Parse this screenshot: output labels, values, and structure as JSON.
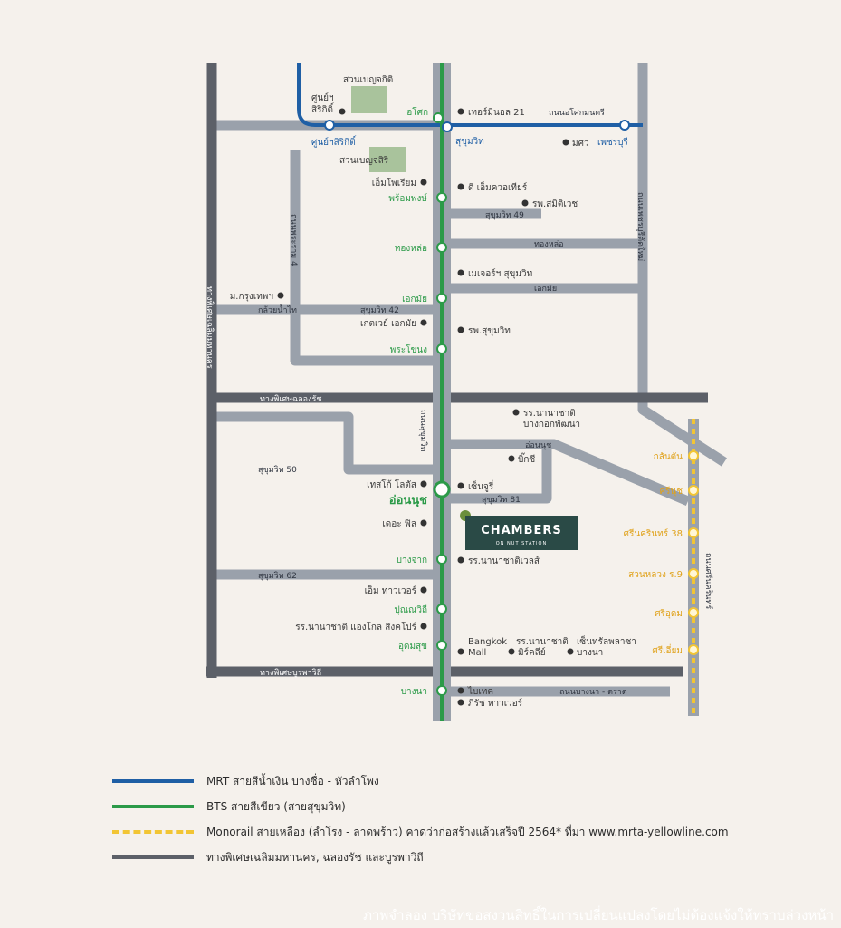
{
  "colors": {
    "background": "#f5f1ec",
    "road": "#9aa1ab",
    "expressway": "#5c6068",
    "mrt": "#1f5fa5",
    "bts": "#2b9a48",
    "monorail": "#f2c534",
    "park": "#a9c39c",
    "chambers_box": "#2a4a46"
  },
  "bts_stations": [
    {
      "name": "อโศก"
    },
    {
      "name": "พร้อมพงษ์"
    },
    {
      "name": "ทองหล่อ"
    },
    {
      "name": "เอกมัย"
    },
    {
      "name": "พระโขนง"
    },
    {
      "name": "อ่อนนุช"
    },
    {
      "name": "บางจาก"
    },
    {
      "name": "ปุณณวิถี"
    },
    {
      "name": "อุดมสุข"
    },
    {
      "name": "บางนา"
    }
  ],
  "mrt_stations": [
    {
      "name": "ศูนย์ฯสิริกิติ์"
    },
    {
      "name": "สุขุมวิท"
    },
    {
      "name": "เพชรบุรี"
    }
  ],
  "monorail_stations": [
    {
      "name": "กลันตัน"
    },
    {
      "name": "ศรีนุช"
    },
    {
      "name": "ศรีนครินทร์ 38"
    },
    {
      "name": "สวนหลวง ร.9"
    },
    {
      "name": "ศรีอุดม"
    },
    {
      "name": "ศรีเอี่ยม"
    }
  ],
  "landmarks": {
    "park_benjakitti": "สวนเบญจกิติ",
    "park_benjasiri": "สวนเบญจสิริ",
    "sirikit_center_1": "ศูนย์ฯ",
    "sirikit_center_2": "สิริกิติ์",
    "terminal21": "เทอร์มินอล 21",
    "msw": "มศว",
    "emporium": "เอ็มโพเรียม",
    "emquartier": "ดิ เอ็มควอเทียร์",
    "samitivej": "รพ.สมิติเวช",
    "major": "เมเจอร์ฯ สุขุมวิท",
    "bu": "ม.กรุงเทพฯ",
    "gateway": "เกตเวย์ เอกมัย",
    "sukhumvit_hosp": "รพ.สุขุมวิท",
    "bangkok_patana_1": "รร.นานาชาติ",
    "bangkok_patana_2": "บางกอกพัฒนา",
    "bigc": "บิ๊กซี",
    "lotus": "เทสโก้ โลตัส",
    "century": "เซ็นจูรี่",
    "the_fill": "เดอะ ฟิล",
    "wells": "รร.นานาชาติเวลส์",
    "m_tower": "เอ็ม ทาวเวอร์",
    "anglo": "รร.นานาชาติ แองโกล สิงคโปร์",
    "bkk_mall_1": "Bangkok",
    "bkk_mall_2": "Mall",
    "mcl_1": "รร.นานาชาติ",
    "mcl_2": "มิร์คลีย์",
    "central_1": "เซ็นทรัลพลาซา",
    "central_2": "บางนา",
    "bitec": "ไบเทค",
    "bhiraj": "ภิรัช ทาวเวอร์"
  },
  "roads": {
    "asok_montri": "ถนนอโศกมนตรี",
    "sukhumvit49": "สุขุมวิท 49",
    "thonglor": "ทองหล่อ",
    "ekkamai": "เอกมัย",
    "rama4": "ถนนพระราม 4",
    "kluaynamthai": "กล้วยน้ำไท",
    "sukhumvit42": "สุขุมวิท 42",
    "chalerm_mahanakorn": "ทางพิเศษเฉลิมมหานคร",
    "chalong_rat": "ทางพิเศษฉลองรัช",
    "sukhumvit_rd": "ถนนสุขุมวิท",
    "onnut": "อ่อนนุช",
    "sukhumvit50": "สุขุมวิท 50",
    "sukhumvit81": "สุขุมวิท 81",
    "sukhumvit62": "สุขุมวิท 62",
    "burapha_withi": "ทางพิเศษบูรพาวิถี",
    "bangna_trat": "ถนนบางนา - ตราด",
    "srinakarin": "ถนนศรีนครินทร์",
    "phetchaburi_right": "ถนนเพชรบุรีตัดใหม่"
  },
  "chambers": {
    "title": "CHAMBERS",
    "subtitle": "ON NUT STATION"
  },
  "legend": [
    {
      "text": "MRT สายสีน้ำเงิน บางซื่อ - หัวลำโพง"
    },
    {
      "text": "BTS สายสีเขียว (สายสุขุมวิท)"
    },
    {
      "text": "Monorail สายเหลือง (ลำโรง - ลาดพร้าว) คาดว่าก่อสร้างแล้วเสร็จปี 2564* ที่มา www.mrta-yellowline.com"
    },
    {
      "text": "ทางพิเศษเฉลิมมหานคร, ฉลองรัช และบูรพาวิถี"
    }
  ],
  "footer": "ภาพจำลอง บริษัทขอสงวนสิทธิ์ในการเปลี่ยนแปลงโดยไม่ต้องแจ้งให้ทราบล่วงหน้า"
}
